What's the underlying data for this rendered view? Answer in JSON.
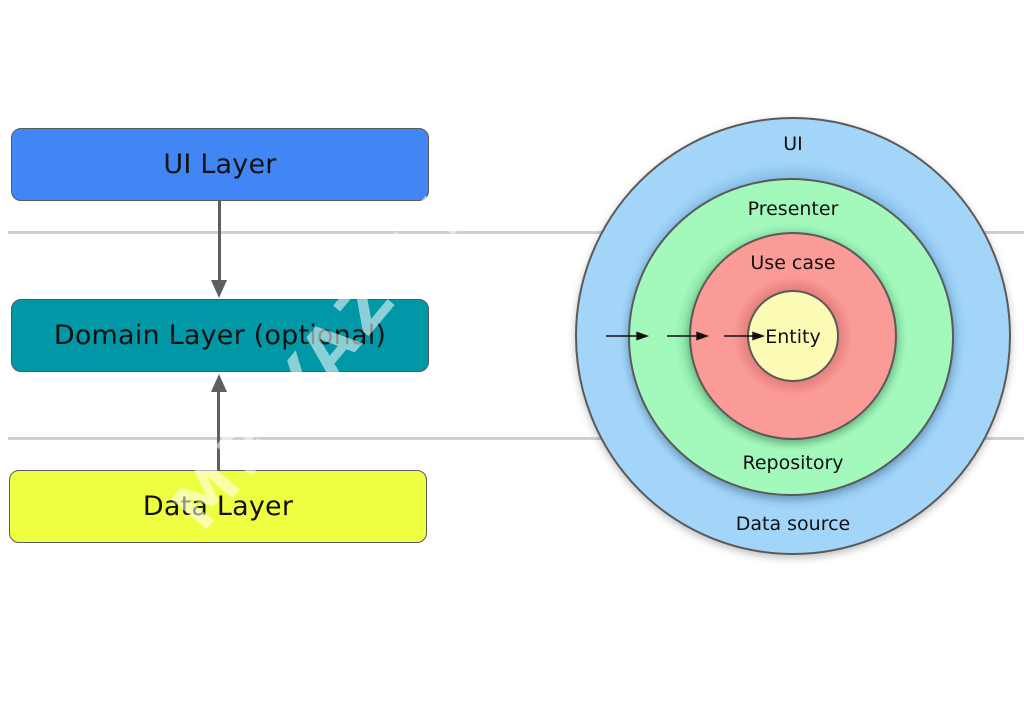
{
  "layers_diagram": {
    "boxes": [
      {
        "label": "UI Layer",
        "color": "#4285f4"
      },
      {
        "label": "Domain Layer (optional)",
        "color": "#0097a7"
      },
      {
        "label": "Data Layer",
        "color": "#eeff41"
      }
    ],
    "connections": [
      {
        "from": "UI Layer",
        "to": "Domain Layer (optional)"
      },
      {
        "from": "Data Layer",
        "to": "Domain Layer (optional)"
      }
    ]
  },
  "onion_diagram": {
    "rings": [
      {
        "name": "outer",
        "top_label": "UI",
        "bottom_label": "Data source",
        "color": "#a3d5f8"
      },
      {
        "name": "second",
        "top_label": "Presenter",
        "bottom_label": "Repository",
        "color": "#a3f8bc"
      },
      {
        "name": "third",
        "top_label": "Use case",
        "bottom_label": "",
        "color": "#fb9b97"
      },
      {
        "name": "core",
        "top_label": "Entity",
        "bottom_label": "",
        "color": "#fbfbb6"
      }
    ],
    "dependency_arrows": 3
  },
  "divider_color": "#cfcfcf",
  "watermark": {
    "text": "MR YAZILIM"
  }
}
